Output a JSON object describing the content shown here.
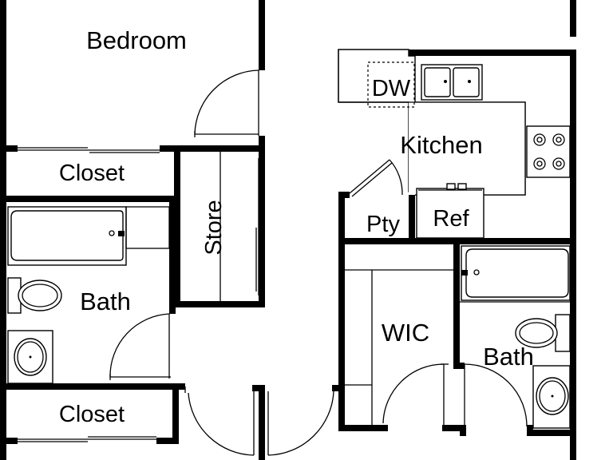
{
  "rooms": {
    "bedroom": "Bedroom",
    "closet_top": "Closet",
    "store": "Store",
    "bath_left": "Bath",
    "closet_bottom": "Closet",
    "kitchen": "Kitchen",
    "dishwasher": "DW",
    "pantry": "Pty",
    "refrigerator": "Ref",
    "walk_in_closet": "WIC",
    "bath_right": "Bath"
  }
}
